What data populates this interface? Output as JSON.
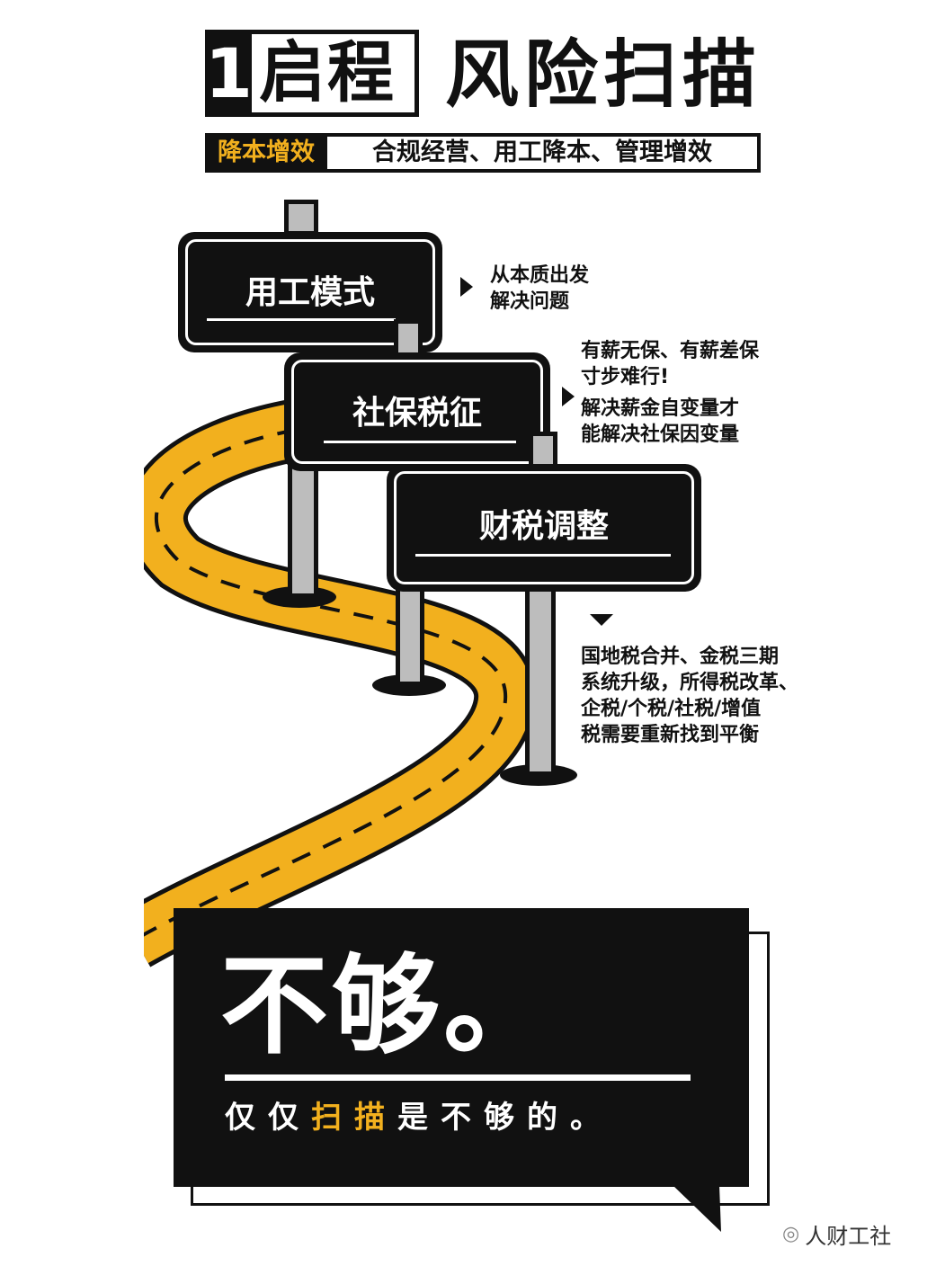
{
  "header": {
    "number": "1",
    "title_a": "启程",
    "title_b": "风险扫描"
  },
  "subtitle": {
    "key": "降本增效",
    "value": "合规经营、用工降本、管理增效"
  },
  "signs": [
    {
      "label": "用工模式",
      "note": [
        "从本质出发",
        "解决问题"
      ]
    },
    {
      "label": "社保税征",
      "note": [
        "有薪无保、有薪差保",
        "寸步难行!",
        "解决薪金自变量才",
        "能解决社保因变量"
      ]
    },
    {
      "label": "财税调整",
      "note": [
        "国地税合并、金税三期",
        "系统升级，所得税改革、",
        "企税/个税/社税/增值",
        "税需要重新找到平衡"
      ]
    }
  ],
  "bubble": {
    "big": "不够。",
    "pre": "仅仅",
    "highlight": "扫描",
    "post": "是不够的。"
  },
  "watermark": "人财工社",
  "colors": {
    "accent": "#f2b01e",
    "dark": "#111111"
  }
}
